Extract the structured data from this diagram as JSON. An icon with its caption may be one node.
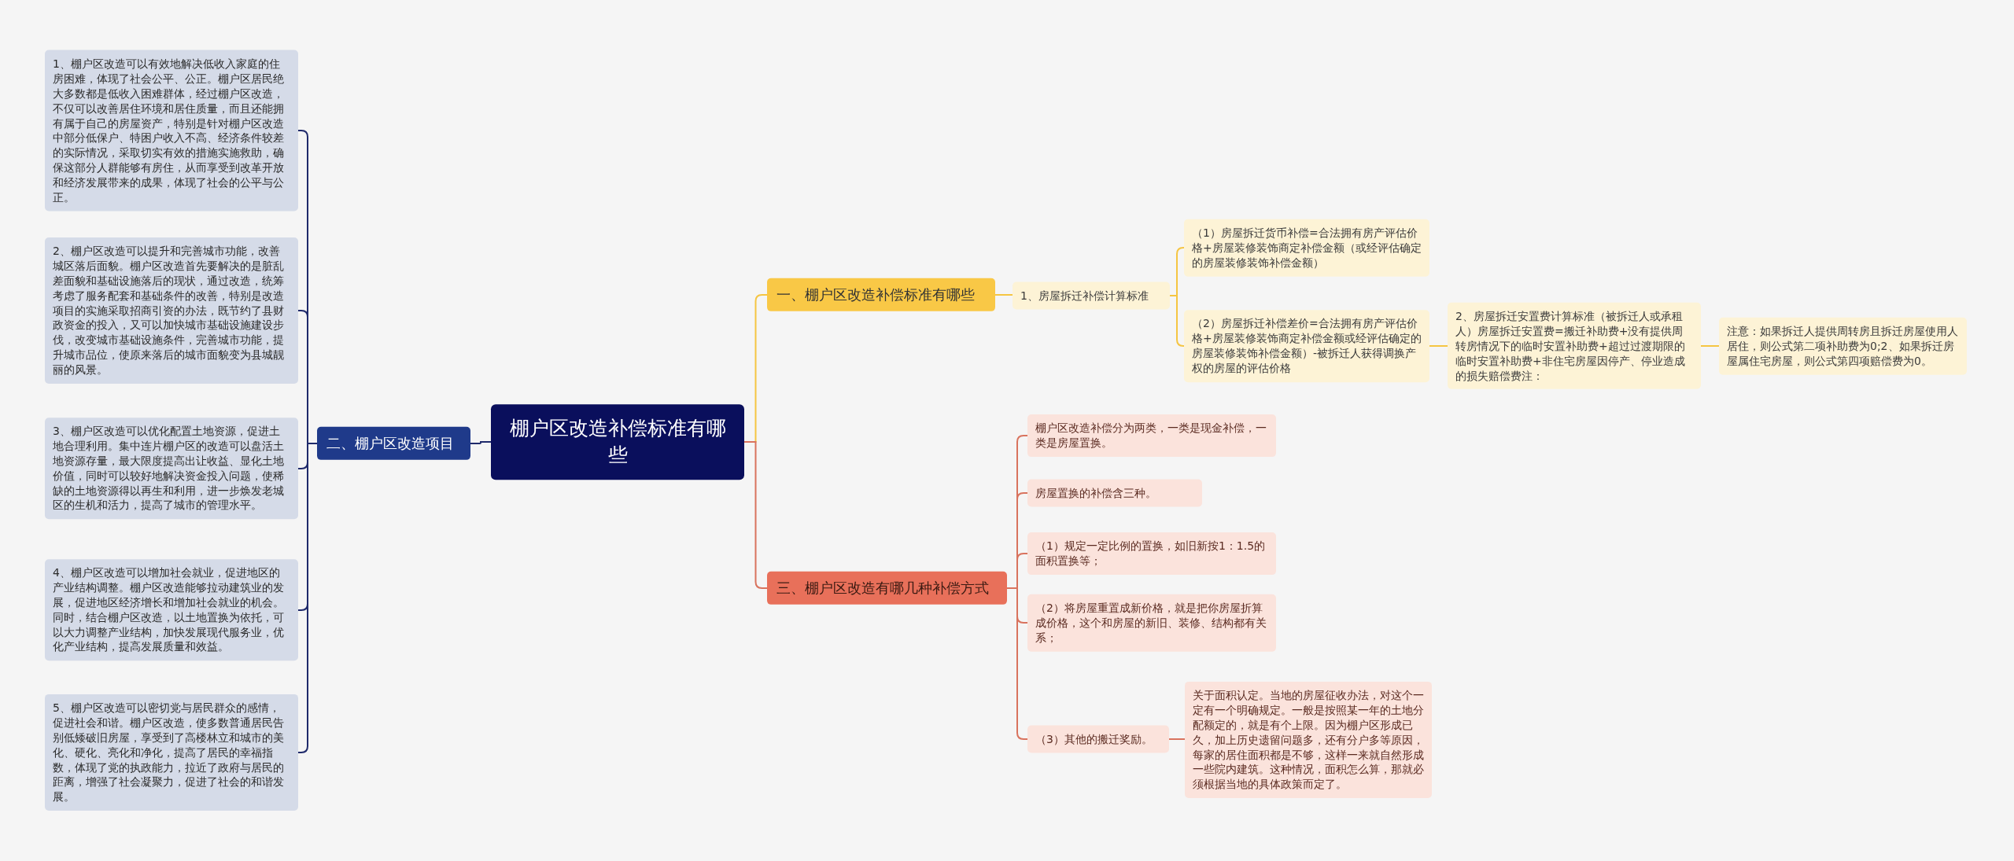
{
  "diagram": {
    "nodes": [
      {
        "text": [
          "棚户区改造补偿标准有哪些"
        ]
      },
      {
        "text": [
          "一、棚户区改造补偿标准有哪些"
        ]
      },
      {
        "text": [
          "1、房屋拆迁补偿计算标准"
        ]
      },
      {
        "text": [
          "（1）房屋拆迁货币补偿=合法拥有房产评估价格+房屋装修装饰商定补偿金额（或经评估确定的房屋装修装饰补偿金额）"
        ]
      },
      {
        "text": [
          "（2）房屋拆迁补偿差价=合法拥有房产评估价格+房屋装修装饰商定补偿金额或经评估确定的房屋装修装饰补偿金额）-被拆迁人获得调换产权的房屋的评估价格"
        ]
      },
      {
        "text": [
          "2、房屋拆迁安置费计算标准（被拆迁人或承租人）房屋拆迁安置费=搬迁补助费+没有提供周转房情况下的临时安置补助费+超过过渡期限的临时安置补助费+非住宅房屋因停产、停业造成的损失赔偿费注："
        ]
      },
      {
        "text": [
          "注意：如果拆迁人提供周转房且拆迁房屋使用人居住，则公式第二项补助费为0;2、如果拆迁房屋属住宅房屋，则公式第四项赔偿费为0。"
        ]
      },
      {
        "text": [
          "二、棚户区改造项目"
        ]
      },
      {
        "text": [
          "1、棚户区改造可以有效地解决低收入家庭的住房困难，体现了社会公平、公正。棚户区居民绝大多数都是低收入困难群体，经过棚户区改造，不仅可以改善居住环境和居住质量，而且还能拥有属于自己的房屋资产，特别是针对棚户区改造中部分低保户、特困户收入不高、经济条件较差的实际情况，采取切实有效的措施实施救助，确保这部分人群能够有房住，从而享受到改革开放和经济发展带来的成果，体现了社会的公平与公正。"
        ]
      },
      {
        "text": [
          "2、棚户区改造可以提升和完善城市功能，改善城区落后面貌。棚户区改造首先要解决的是脏乱差面貌和基础设施落后的现状，通过改造，统筹考虑了服务配套和基础条件的改善，特别是改造项目的实施采取招商引资的办法，既节约了县财政资金的投入，又可以加快城市基础设施建设步伐，改变城市基础设施条件，完善城市功能，提升城市品位，使原来落后的城市面貌变为县城靓丽的风景。"
        ]
      },
      {
        "text": [
          "3、棚户区改造可以优化配置土地资源，促进土地合理利用。集中连片棚户区的改造可以盘活土地资源存量，最大限度提高出让收益、显化土地价值，同时可以较好地解决资金投入问题，使稀缺的土地资源得以再生和利用，进一步焕发老城区的生机和活力，提高了城市的管理水平。"
        ]
      },
      {
        "text": [
          "4、棚户区改造可以增加社会就业，促进地区的产业结构调整。棚户区改造能够拉动建筑业的发展，促进地区经济增长和增加社会就业的机会。同时，结合棚户区改造，以土地置换为依托，可以大力调整产业结构，加快发展现代服务业，优化产业结构，提高发展质量和效益。"
        ]
      },
      {
        "text": [
          "5、棚户区改造可以密切党与居民群众的感情，促进社会和谐。棚户区改造，使多数普通居民告别低矮破旧房屋，享受到了高楼林立和城市的美化、硬化、亮化和净化，提高了居民的幸福指数，体现了党的执政能力，拉近了政府与居民的距离，增强了社会凝聚力，促进了社会的和谐发展。"
        ]
      },
      {
        "text": [
          "三、棚户区改造有哪几种补偿方式"
        ]
      },
      {
        "text": [
          "棚户区改造补偿分为两类，一类是现金补偿，一类是房屋置换。"
        ]
      },
      {
        "text": [
          "房屋置换的补偿含三种。"
        ]
      },
      {
        "text": [
          "（1）规定一定比例的置换，如旧新按1：1.5的面积置换等；"
        ]
      },
      {
        "text": [
          "（2）将房屋重置成新价格，就是把你房屋折算成价格，这个和房屋的新旧、装修、结构都有关系；"
        ]
      },
      {
        "text": [
          "（3）其他的搬迁奖励。"
        ]
      },
      {
        "text": [
          "关于面积认定。当地的房屋征收办法，对这个一定有一个明确规定。一般是按照某一年的土地分配额定的，就是有个上限。因为棚户区形成已久，加上历史遗留问题多，还有分户多等原因，每家的居住面积都是不够，这样一来就自然形成一些院内建筑。这种情况，面积怎么算，那就必须根据当地的具体政策而定了。"
        ]
      }
    ],
    "edges": [
      {
        "from": 0,
        "to": 1,
        "arrow": "none",
        "color": "#f5c542"
      },
      {
        "from": 1,
        "to": 2,
        "arrow": "none",
        "color": "#f5c542"
      },
      {
        "from": 2,
        "to": 3,
        "arrow": "none",
        "color": "#f5c542"
      },
      {
        "from": 2,
        "to": 4,
        "arrow": "none",
        "color": "#f5c542"
      },
      {
        "from": 4,
        "to": 5,
        "arrow": "none",
        "color": "#f5c542"
      },
      {
        "from": 5,
        "to": 6,
        "arrow": "none",
        "color": "#f5c542"
      },
      {
        "from": 0,
        "to": 7,
        "arrow": "none",
        "color": "#1f2a6b"
      },
      {
        "from": 7,
        "to": 8,
        "arrow": "none",
        "color": "#1f2a6b"
      },
      {
        "from": 7,
        "to": 9,
        "arrow": "none",
        "color": "#1f2a6b"
      },
      {
        "from": 7,
        "to": 10,
        "arrow": "none",
        "color": "#1f2a6b"
      },
      {
        "from": 7,
        "to": 11,
        "arrow": "none",
        "color": "#1f2a6b"
      },
      {
        "from": 7,
        "to": 12,
        "arrow": "none",
        "color": "#1f2a6b"
      },
      {
        "from": 0,
        "to": 13,
        "arrow": "none",
        "color": "#d9735e"
      },
      {
        "from": 13,
        "to": 14,
        "arrow": "none",
        "color": "#d9735e"
      },
      {
        "from": 13,
        "to": 15,
        "arrow": "none",
        "color": "#d9735e"
      },
      {
        "from": 13,
        "to": 16,
        "arrow": "none",
        "color": "#d9735e"
      },
      {
        "from": 13,
        "to": 17,
        "arrow": "none",
        "color": "#d9735e"
      },
      {
        "from": 13,
        "to": 18,
        "arrow": "none",
        "color": "#d9735e"
      },
      {
        "from": 18,
        "to": 19,
        "arrow": "none",
        "color": "#d9735e"
      }
    ]
  }
}
